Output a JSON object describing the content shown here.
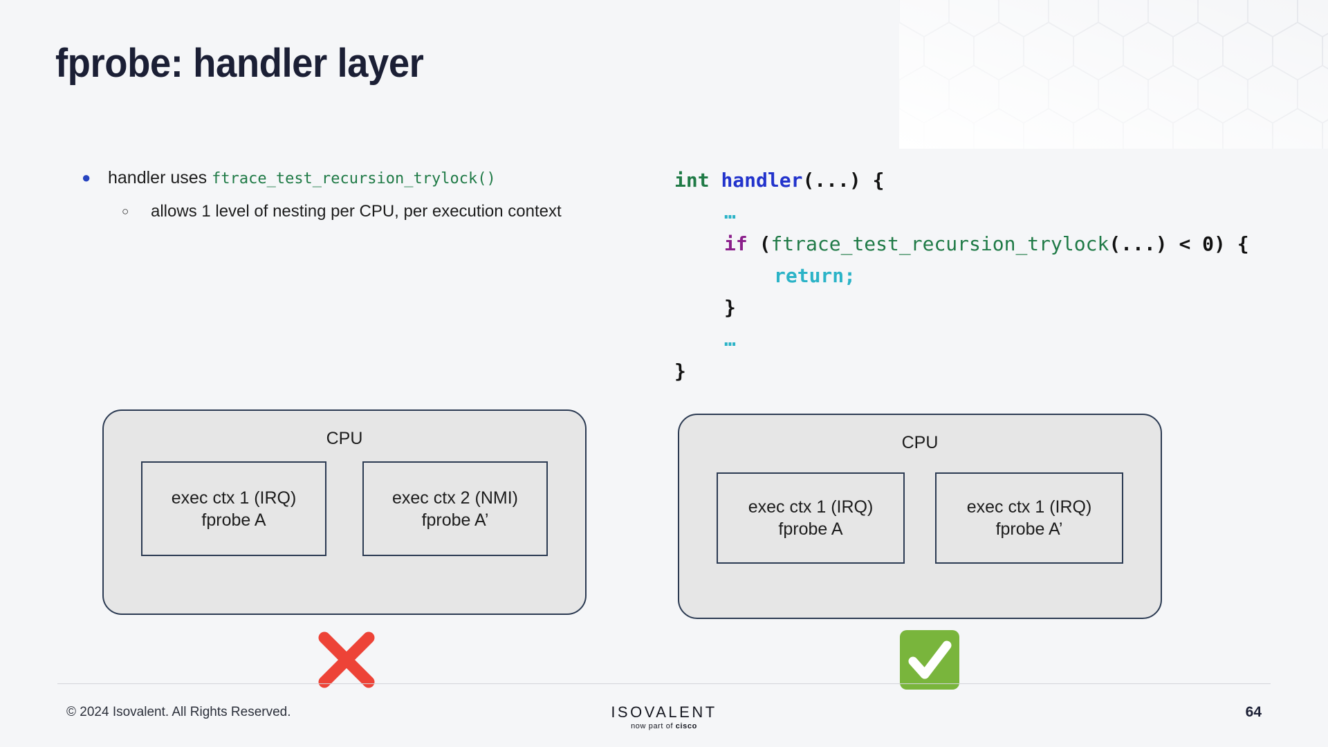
{
  "slide": {
    "title": "fprobe: handler layer",
    "page_number": "64"
  },
  "bullets": {
    "main": {
      "marker": "bullet-dot",
      "text_prefix": "handler uses ",
      "code": "ftrace_test_recursion_trylock()"
    },
    "sub": {
      "marker": "hollow-circle",
      "text": "allows 1 level of nesting per CPU,  per execution context"
    }
  },
  "code": {
    "lines": [
      {
        "indent": 0,
        "tokens": [
          {
            "t": "int",
            "cls": "tok-type"
          },
          {
            "t": " ",
            "cls": "tok-plain"
          },
          {
            "t": "handler",
            "cls": "tok-fn"
          },
          {
            "t": "(...) {",
            "cls": "tok-plain"
          }
        ]
      },
      {
        "indent": 1,
        "tokens": [
          {
            "t": "…",
            "cls": "tok-ellipsis"
          }
        ]
      },
      {
        "indent": 1,
        "tokens": [
          {
            "t": "if",
            "cls": "tok-kw"
          },
          {
            "t": " (",
            "cls": "tok-plain"
          },
          {
            "t": "ftrace_test_recursion_trylock",
            "cls": "tok-call"
          },
          {
            "t": "(...) < 0) {",
            "cls": "tok-plain"
          }
        ]
      },
      {
        "indent": 2,
        "tokens": [
          {
            "t": "return;",
            "cls": "tok-ret"
          }
        ]
      },
      {
        "indent": 1,
        "tokens": [
          {
            "t": "}",
            "cls": "tok-plain"
          }
        ]
      },
      {
        "indent": 1,
        "tokens": [
          {
            "t": "…",
            "cls": "tok-ellipsis"
          }
        ]
      },
      {
        "indent": 0,
        "tokens": [
          {
            "t": "}",
            "cls": "tok-plain"
          }
        ]
      }
    ]
  },
  "diagrams": [
    {
      "id": "cpu-left",
      "label": "CPU",
      "contexts": [
        {
          "line1": "exec ctx 1 (IRQ)",
          "line2": "fprobe A"
        },
        {
          "line1": "exec ctx 2 (NMI)",
          "line2": "fprobe A’"
        }
      ],
      "verdict": "cross-mark",
      "verdict_color": "#ed4337"
    },
    {
      "id": "cpu-right",
      "label": "CPU",
      "contexts": [
        {
          "line1": "exec ctx 1 (IRQ)",
          "line2": "fprobe A"
        },
        {
          "line1": "exec ctx 1 (IRQ)",
          "line2": "fprobe A’"
        }
      ],
      "verdict": "check-mark",
      "verdict_color": "#79b53c"
    }
  ],
  "footer": {
    "copyright": "© 2024 Isovalent. All Rights Reserved.",
    "logo_main": "ISOVALENT",
    "logo_sub_prefix": "now part of ",
    "logo_sub_brand": "cisco"
  },
  "colors": {
    "background": "#f5f6f8",
    "title": "#1b1f35",
    "bullet_accent": "#2744c0",
    "code_green": "#1f7a46",
    "code_blue": "#2233cc",
    "code_purple": "#8b1f8b",
    "code_teal": "#2bb3c7",
    "diagram_fill": "#e6e6e6",
    "diagram_stroke": "#2b3a52"
  }
}
